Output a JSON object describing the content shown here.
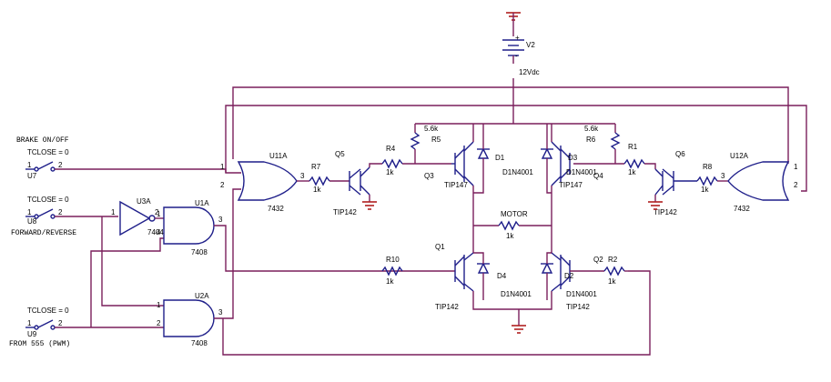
{
  "labels": {
    "v2": "V2",
    "v2_val": "12Vdc",
    "brake": "BRAKE ON/OFF",
    "fwd": "FORWARD/REVERSE",
    "pwm": "FROM 555  (PWM)",
    "tclose": "TCLOSE = 0",
    "u7": "U7",
    "u8": "U8",
    "u9": "U9",
    "u3a": "U3A",
    "u3_part": "7404",
    "u1a": "U1A",
    "u1_part": "7408",
    "u2a": "U2A",
    "u2_part": "7408",
    "u11a": "U11A",
    "u11_part": "7432",
    "u12a": "U12A",
    "u12_part": "7432",
    "r7": "R7",
    "r4": "R4",
    "r5": "R5",
    "r6": "R6",
    "r1": "R1",
    "r8": "R8",
    "r10": "R10",
    "r2": "R2",
    "res_1k": "1k",
    "res_56k": "5.6k",
    "q1": "Q1",
    "q2": "Q2",
    "q3": "Q3",
    "q4": "Q4",
    "q5": "Q5",
    "q6": "Q6",
    "tip147": "TIP147",
    "tip142": "TIP142",
    "d1": "D1",
    "d2": "D2",
    "d3": "D3",
    "d4": "D4",
    "diode_part": "D1N4001",
    "motor": "MOTOR",
    "p1": "1",
    "p2": "2",
    "p3": "3",
    "p4": "4",
    "plus": "+",
    "minus": "-"
  }
}
